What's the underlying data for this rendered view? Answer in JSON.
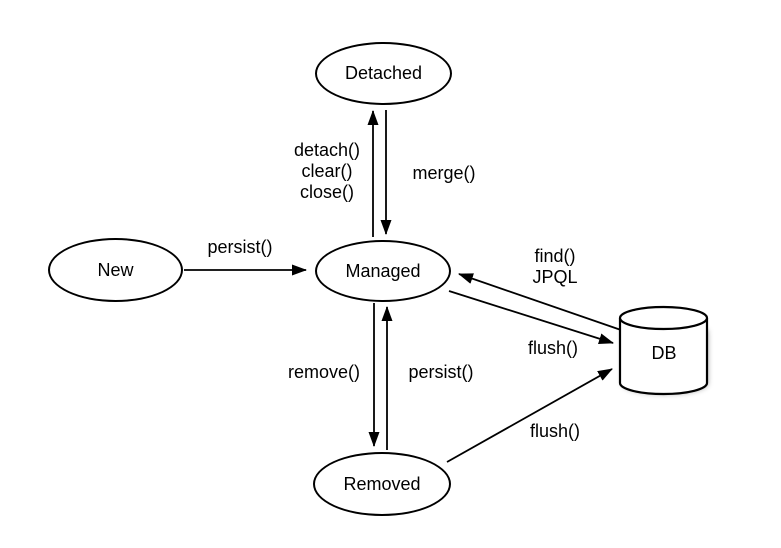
{
  "diagram": {
    "background": "#ffffff",
    "stroke_color": "#000000",
    "text_color": "#000000",
    "nodes": {
      "new": {
        "label": "New",
        "shape": "ellipse"
      },
      "managed": {
        "label": "Managed",
        "shape": "ellipse"
      },
      "detached": {
        "label": "Detached",
        "shape": "ellipse"
      },
      "removed": {
        "label": "Removed",
        "shape": "ellipse"
      },
      "db": {
        "label": "DB",
        "shape": "cylinder"
      }
    },
    "edges": {
      "new_to_managed": {
        "from": "New",
        "to": "Managed",
        "label": "persist()"
      },
      "managed_to_detached": {
        "from": "Managed",
        "to": "Detached",
        "label": "detach()\nclear()\nclose()"
      },
      "detached_to_managed": {
        "from": "Detached",
        "to": "Managed",
        "label": "merge()"
      },
      "managed_to_removed": {
        "from": "Managed",
        "to": "Removed",
        "label": "remove()"
      },
      "removed_to_managed": {
        "from": "Removed",
        "to": "Managed",
        "label": "persist()"
      },
      "db_to_managed": {
        "from": "DB",
        "to": "Managed",
        "label": "find()\nJPQL"
      },
      "managed_to_db": {
        "from": "Managed",
        "to": "DB",
        "label": "flush()"
      },
      "removed_to_db": {
        "from": "Removed",
        "to": "DB",
        "label": "flush()"
      }
    }
  }
}
